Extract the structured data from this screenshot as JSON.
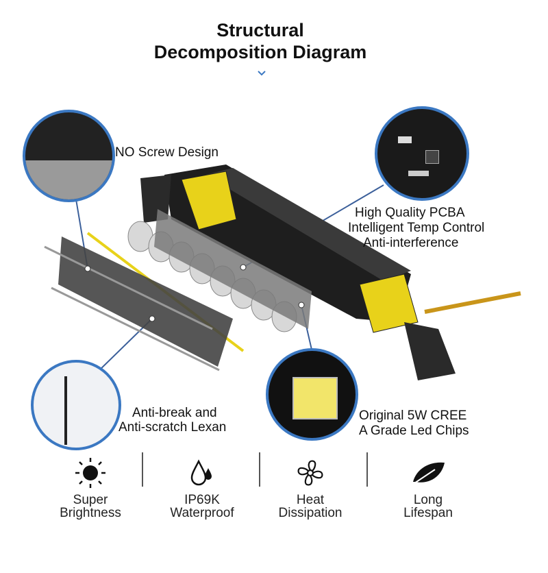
{
  "title": {
    "line1": "Structural",
    "line2": "Decomposition Diagram"
  },
  "callouts": {
    "no_screw": "NO Screw Design",
    "pcba": [
      "High Quality PCBA",
      "Intelligent Temp Control",
      "Anti-interference"
    ],
    "lexan": [
      "Anti-break and",
      "Anti-scratch Lexan"
    ],
    "chips": [
      "Original 5W CREE",
      "A Grade Led Chips"
    ]
  },
  "features": [
    {
      "icon": "sun-icon",
      "line1": "Super",
      "line2": "Brightness"
    },
    {
      "icon": "water-drop-icon",
      "line1": "IP69K",
      "line2": "Waterproof"
    },
    {
      "icon": "fan-icon",
      "line1": "Heat",
      "line2": "Dissipation"
    },
    {
      "icon": "leaf-icon",
      "line1": "Long",
      "line2": "Lifespan"
    }
  ],
  "colors": {
    "accent": "#3b78c2",
    "yellow": "#e8d21a",
    "body": "#222222"
  }
}
